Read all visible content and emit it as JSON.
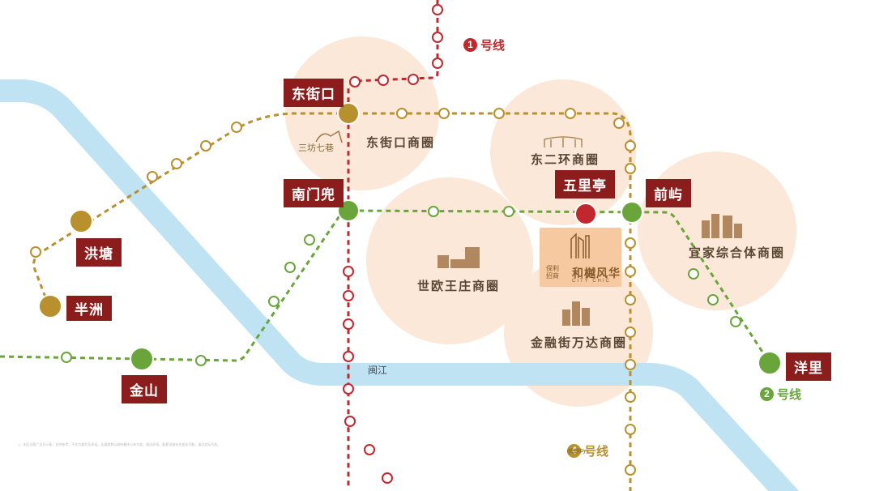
{
  "colors": {
    "line1": "#c0282e",
    "line2": "#6aa53c",
    "line4": "#b8912e",
    "river": "#bfe3f2",
    "circle": "#fbe8d8",
    "badge": "#8b1d1d"
  },
  "lines": [
    {
      "number": "1",
      "label": "号线",
      "color": "#c0282e"
    },
    {
      "number": "2",
      "label": "号线",
      "color": "#6aa53c"
    },
    {
      "number": "4",
      "label": "号线",
      "note": "(规划中)",
      "color": "#b8912e"
    }
  ],
  "stations": {
    "dongjiekou": "东街口",
    "nanmendou": "南门兜",
    "wuliting": "五里亭",
    "qianyu": "前屿",
    "hongtang": "洪塘",
    "banzhou": "半洲",
    "jinshan": "金山",
    "yangli": "洋里"
  },
  "districts": {
    "dongjiekou": "东街口商圈",
    "dongerhuan": "东二环商圈",
    "shiou": "世欧王庄商圈",
    "jinrongjie": "金融街万达商圈",
    "yijia": "宜家综合体商圈"
  },
  "landmark": "三坊七巷",
  "river": "闽江",
  "project": {
    "brand": "保利招商",
    "name": "和樾风华",
    "subtitle": "CITY CHIC"
  },
  "disclaimer": "1、本区位图广告为示意，仅供参考，不作为要约及承诺。交通规划以政府最终公布为准，周边环境、配套设施存在变化可能，请以实际为准。"
}
